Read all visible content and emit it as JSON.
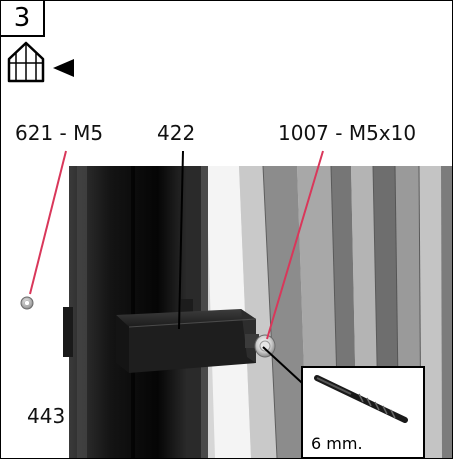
{
  "step": {
    "number": "3"
  },
  "labels": {
    "nut": "621 - M5",
    "bracket": "422",
    "bolt": "1007 - M5x10",
    "post": "443"
  },
  "drill": {
    "size": "6 mm."
  },
  "icons": {
    "greenhouse": "greenhouse-outline-icon",
    "direction": "left-pointing-arrow-icon"
  },
  "colors": {
    "line": "#000000",
    "leader": "#d9375a",
    "post": "#1a1a1a",
    "panel_light": "#d8d8d8",
    "panel_dark": "#7a7a7a"
  }
}
